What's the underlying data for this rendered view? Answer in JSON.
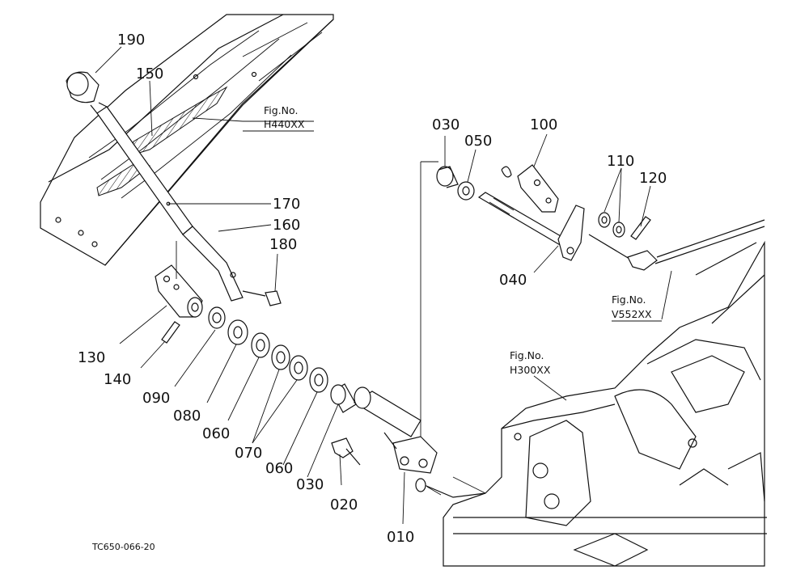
{
  "parts": [
    {
      "id": "010",
      "label": "010"
    },
    {
      "id": "020",
      "label": "020"
    },
    {
      "id": "030a",
      "label": "030"
    },
    {
      "id": "030b",
      "label": "030"
    },
    {
      "id": "040",
      "label": "040"
    },
    {
      "id": "050",
      "label": "050"
    },
    {
      "id": "060a",
      "label": "060"
    },
    {
      "id": "060b",
      "label": "060"
    },
    {
      "id": "070",
      "label": "070"
    },
    {
      "id": "080",
      "label": "080"
    },
    {
      "id": "090",
      "label": "090"
    },
    {
      "id": "100",
      "label": "100"
    },
    {
      "id": "110",
      "label": "110"
    },
    {
      "id": "120",
      "label": "120"
    },
    {
      "id": "130",
      "label": "130"
    },
    {
      "id": "140",
      "label": "140"
    },
    {
      "id": "150",
      "label": "150"
    },
    {
      "id": "160",
      "label": "160"
    },
    {
      "id": "170",
      "label": "170"
    },
    {
      "id": "180",
      "label": "180"
    },
    {
      "id": "190",
      "label": "190"
    }
  ],
  "figure_refs": [
    {
      "caption": "Fig.No.",
      "number": "H440XX"
    },
    {
      "caption": "Fig.No.",
      "number": "V552XX"
    },
    {
      "caption": "Fig.No.",
      "number": "H300XX"
    }
  ],
  "drawing_code": "TC650-066-20"
}
